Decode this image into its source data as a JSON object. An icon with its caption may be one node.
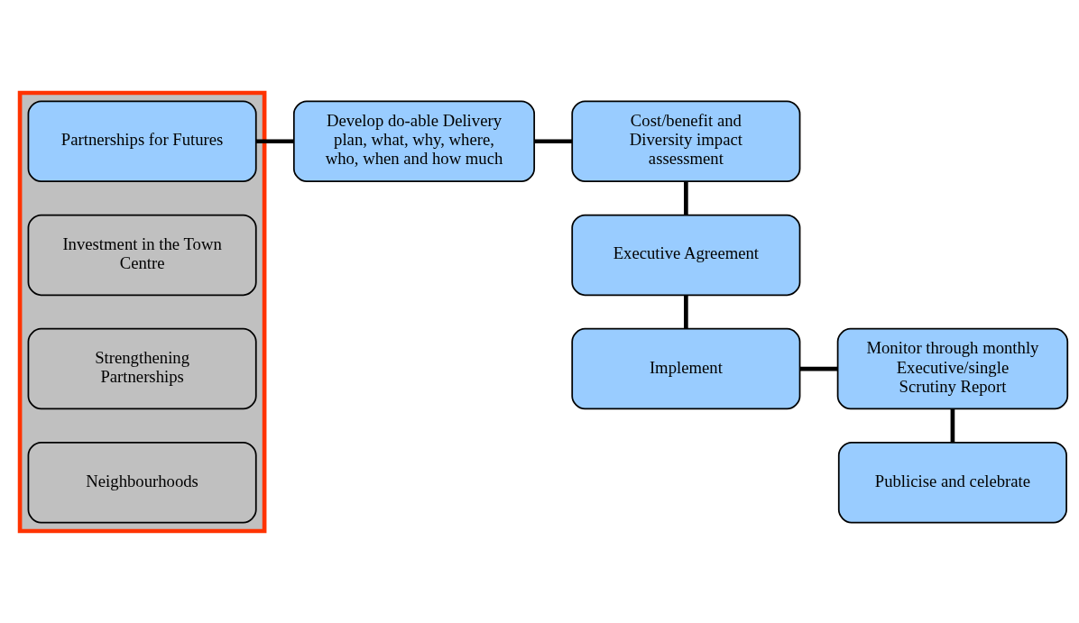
{
  "diagram": {
    "nodes": [
      {
        "text": [],
        "shape": "box"
      },
      {
        "text": [
          "Partnerships for Futures"
        ],
        "in": 0
      },
      {
        "text": [
          "Investment in the Town Centre"
        ],
        "in": 0
      },
      {
        "text": [
          "Strengthening Partnerships"
        ],
        "in": 0
      },
      {
        "text": [
          "Neighbourhoods"
        ],
        "in": 0
      },
      {
        "text": [
          "Develop do-able Delivery plan, what, why, where, who, when and how much"
        ]
      },
      {
        "text": [
          "Cost/benefit and Diversity impact assessment"
        ]
      },
      {
        "text": [
          "Executive Agreement"
        ]
      },
      {
        "text": [
          "Monitor through monthly Executive/single Scrutiny Report"
        ]
      },
      {
        "text": [
          "Implement"
        ]
      },
      {
        "text": [
          "Publicise and celebrate"
        ]
      }
    ],
    "edges": [
      {
        "from": 1,
        "to": 5,
        "arrow": "none"
      },
      {
        "from": 5,
        "to": 6,
        "arrow": "none"
      },
      {
        "from": 6,
        "to": 7,
        "arrow": "none"
      },
      {
        "from": 7,
        "to": 9,
        "arrow": "none"
      },
      {
        "from": 9,
        "to": 8,
        "arrow": "none"
      },
      {
        "from": 8,
        "to": 10,
        "arrow": "none"
      }
    ]
  }
}
